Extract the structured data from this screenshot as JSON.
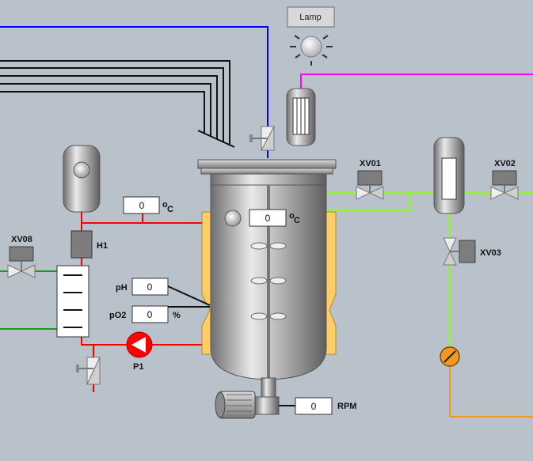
{
  "lamp": {
    "label": "Lamp"
  },
  "valves": {
    "xv01": "XV01",
    "xv02": "XV02",
    "xv03": "XV03",
    "xv08": "XV08"
  },
  "heater": {
    "label": "H1"
  },
  "pump": {
    "label": "P1"
  },
  "sensors": {
    "temp_top": {
      "value": "0",
      "unit": "C",
      "unit_prefix": "o"
    },
    "temp_main": {
      "value": "0",
      "unit": "C",
      "unit_prefix": "o"
    },
    "ph": {
      "label": "pH",
      "value": "0"
    },
    "po2": {
      "label": "pO2",
      "value": "0",
      "unit": "%"
    },
    "rpm": {
      "label": "RPM",
      "value": "0"
    }
  },
  "colors": {
    "background": "#b9c1ca",
    "blue_line": "#0000ff",
    "magenta_line": "#ff00ff",
    "green_line": "#99ee44",
    "red_line": "#ff0000",
    "dark_green_line": "#1a9a1a",
    "orange_line": "#f39a1e",
    "jacket": "#ffcc66"
  }
}
